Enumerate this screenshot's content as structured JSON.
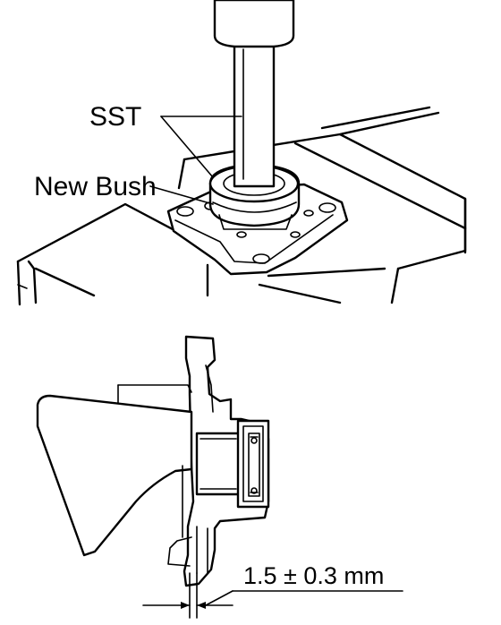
{
  "labels": {
    "sst": "SST",
    "new_bush": "New Bush",
    "dimension": "1.5 ± 0.3 mm"
  }
}
